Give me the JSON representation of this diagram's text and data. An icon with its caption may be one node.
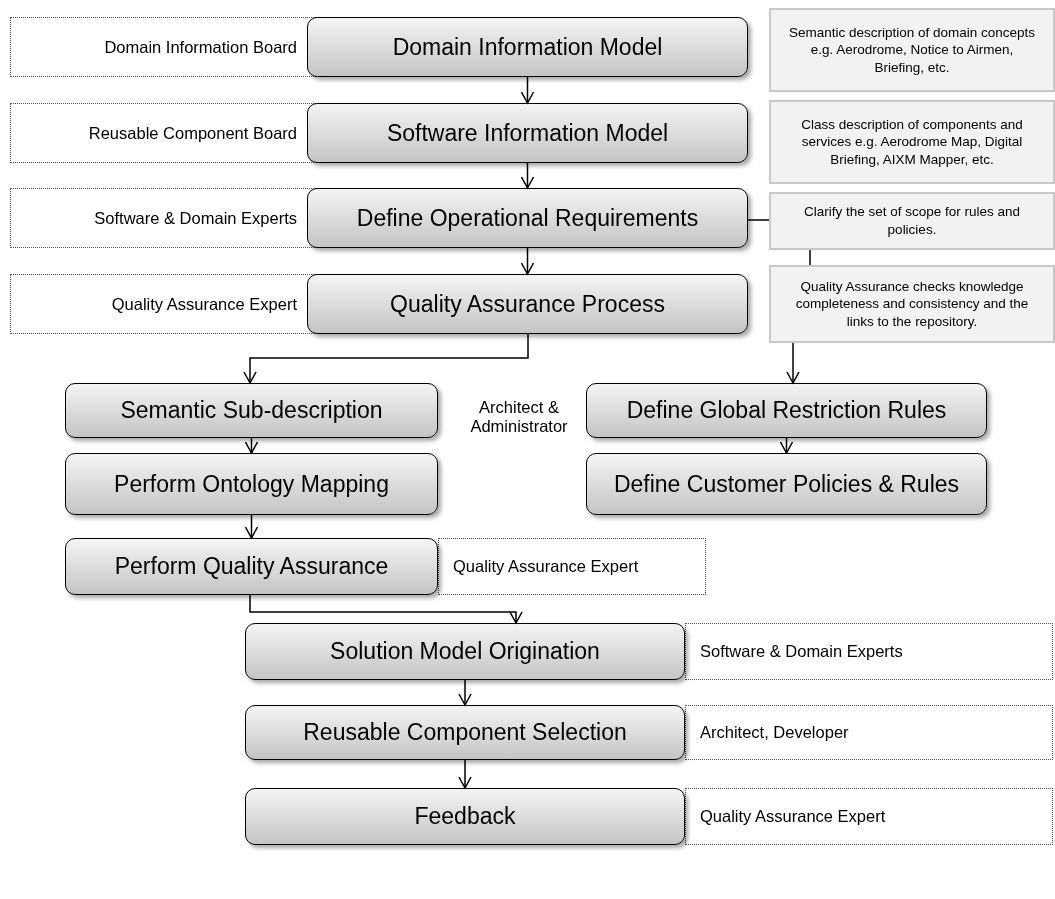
{
  "diagram": {
    "nodes": [
      {
        "text": [
          "Domain Information Model"
        ],
        "beside": [
          "Domain Information Board"
        ]
      },
      {
        "text": [
          "Semantic description of domain concepts e.g. Aerodrome, Notice to Airmen, Briefing, etc."
        ]
      },
      {
        "text": [
          "Software Information Model"
        ],
        "beside": [
          "Reusable Component Board"
        ]
      },
      {
        "text": [
          "Class description of components and services  e.g. Aerodrome Map, Digital Briefing, AIXM Mapper, etc."
        ]
      },
      {
        "text": [
          "Define Operational Requirements"
        ],
        "beside": [
          "Software & Domain Experts"
        ]
      },
      {
        "text": [
          "Clarify the set of scope for rules and policies."
        ]
      },
      {
        "text": [
          "Quality Assurance Process"
        ],
        "beside": [
          "Quality Assurance Expert"
        ]
      },
      {
        "text": [
          "Quality Assurance checks knowledge completeness and consistency and the links to the repository."
        ]
      },
      {
        "text": [
          "Semantic Sub-description"
        ]
      },
      {
        "text": [
          "Define Global Restriction Rules"
        ]
      },
      {
        "text": [
          "Perform Ontology Mapping"
        ]
      },
      {
        "text": [
          "Define Customer Policies & Rules"
        ]
      },
      {
        "text": [
          "Perform Quality Assurance"
        ],
        "beside": [
          "Quality Assurance Expert"
        ]
      },
      {
        "text": [
          "Solution Model Origination"
        ],
        "beside": [
          "Software & Domain Experts"
        ]
      },
      {
        "text": [
          "Reusable Component Selection"
        ],
        "beside": [
          "Architect, Developer"
        ]
      },
      {
        "text": [
          "Feedback"
        ],
        "beside": [
          "Quality Assurance Expert"
        ]
      }
    ],
    "edges": [
      {
        "from": 0,
        "to": 2,
        "arrow": "to"
      },
      {
        "from": 2,
        "to": 4,
        "arrow": "to"
      },
      {
        "from": 4,
        "to": 6,
        "arrow": "to"
      },
      {
        "from": 4,
        "to": 5,
        "arrow": "none"
      },
      {
        "from": 5,
        "to": 7,
        "arrow": "none"
      },
      {
        "from": 6,
        "to": 8,
        "arrow": "to"
      },
      {
        "from": 7,
        "to": 9,
        "arrow": "to"
      },
      {
        "from": 8,
        "to": 10,
        "arrow": "to"
      },
      {
        "from": 9,
        "to": 11,
        "arrow": "to"
      },
      {
        "from": 10,
        "to": 12,
        "arrow": "to"
      },
      {
        "from": 12,
        "to": 13,
        "arrow": "to"
      },
      {
        "from": 13,
        "to": 14,
        "arrow": "to"
      },
      {
        "from": 14,
        "to": 15,
        "arrow": "to"
      }
    ],
    "labels": [
      "Architect & Administrator"
    ]
  }
}
